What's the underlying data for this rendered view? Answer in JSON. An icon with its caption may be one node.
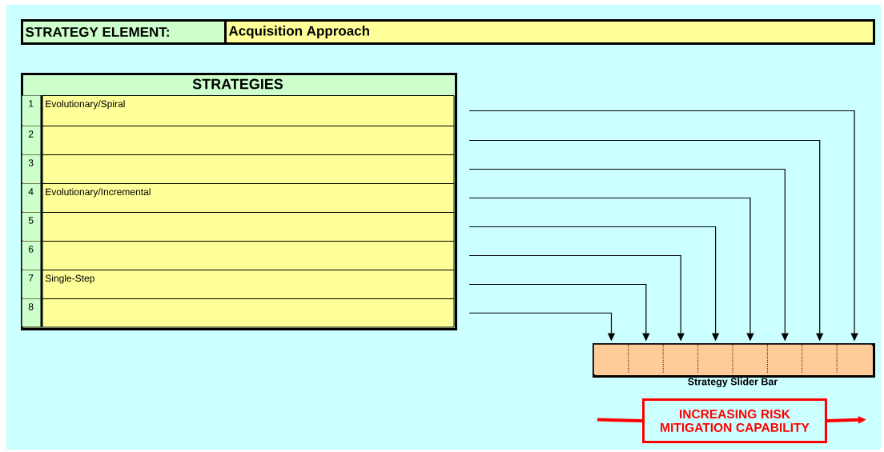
{
  "diagram": {
    "nodes": [
      {
        "text": [
          "STRATEGY ELEMENT:"
        ]
      },
      {
        "text": [
          "Acquisition Approach"
        ]
      },
      {
        "text": [
          "STRATEGIES"
        ]
      },
      {
        "text": [
          "1",
          "Evolutionary/Spiral"
        ],
        "in": 2
      },
      {
        "text": [
          "2"
        ],
        "in": 2
      },
      {
        "text": [
          "3"
        ],
        "in": 2
      },
      {
        "text": [
          "4",
          "Evolutionary/Incremental"
        ],
        "in": 2
      },
      {
        "text": [
          "5"
        ],
        "in": 2
      },
      {
        "text": [
          "6"
        ],
        "in": 2
      },
      {
        "text": [
          "7",
          "Single-Step"
        ],
        "in": 2
      },
      {
        "text": [
          "8"
        ],
        "in": 2
      },
      {
        "text": [],
        "shape": "bar",
        "beside": [
          "Strategy Slider Bar"
        ]
      },
      {
        "text": [],
        "shape": "box",
        "in": 11
      },
      {
        "text": [],
        "shape": "box",
        "in": 11
      },
      {
        "text": [],
        "shape": "box",
        "in": 11
      },
      {
        "text": [],
        "shape": "box",
        "in": 11
      },
      {
        "text": [],
        "shape": "box",
        "in": 11
      },
      {
        "text": [],
        "shape": "box",
        "in": 11
      },
      {
        "text": [],
        "shape": "box",
        "in": 11
      },
      {
        "text": [],
        "shape": "box",
        "in": 11
      },
      {
        "text": [
          "INCREASING RISK MITIGATION CAPABILITY"
        ]
      }
    ],
    "edges": [
      {
        "from": 3,
        "to": 19,
        "arrow": "to"
      },
      {
        "from": 4,
        "to": 18,
        "arrow": "to"
      },
      {
        "from": 5,
        "to": 17,
        "arrow": "to"
      },
      {
        "from": 6,
        "to": 16,
        "arrow": "to"
      },
      {
        "from": 7,
        "to": 15,
        "arrow": "to"
      },
      {
        "from": 8,
        "to": 14,
        "arrow": "to"
      },
      {
        "from": 9,
        "to": 13,
        "arrow": "to"
      },
      {
        "from": 10,
        "to": 12,
        "arrow": "to"
      },
      {
        "from": null,
        "to": 20,
        "arrow": "none",
        "style": "thick",
        "color": "#ff0000"
      },
      {
        "from": 20,
        "to": null,
        "arrow": "to",
        "style": "thick",
        "color": "#ff0000"
      }
    ]
  }
}
